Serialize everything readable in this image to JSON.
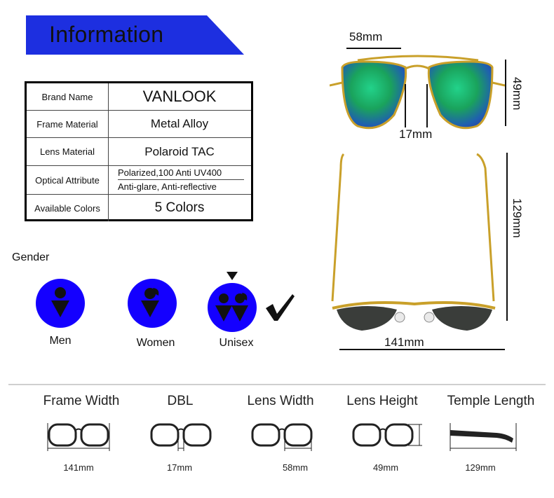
{
  "banner": {
    "title": "Information",
    "color": "#1d2fe0"
  },
  "spec_table": {
    "rows": [
      {
        "label": "Brand Name",
        "value": "VANLOOK"
      },
      {
        "label": "Frame Material",
        "value": "Metal Alloy"
      },
      {
        "label": "Lens Material",
        "value": "Polaroid TAC"
      },
      {
        "label": "Optical Attribute",
        "value_line1": "Polarized,100 Anti UV400",
        "value_line2": "Anti-glare, Anti-reflective"
      },
      {
        "label": "Available Colors",
        "value": "5  Colors"
      }
    ]
  },
  "gender": {
    "label": "Gender",
    "options": [
      {
        "label": "Men",
        "icon": "man-icon"
      },
      {
        "label": "Women",
        "icon": "woman-icon"
      },
      {
        "label": "Unisex",
        "icon": "unisex-icon",
        "selected": true
      }
    ],
    "accent": "#1400ff"
  },
  "dimensions": {
    "top_width": "58mm",
    "bridge": "17mm",
    "lens_height": "49mm",
    "temple": "129mm",
    "total_width": "141mm"
  },
  "measurements": [
    {
      "title": "Frame Width",
      "value": "141mm"
    },
    {
      "title": "DBL",
      "value": "17mm"
    },
    {
      "title": "Lens Width",
      "value": "58mm"
    },
    {
      "title": "Lens Height",
      "value": "49mm"
    },
    {
      "title": "Temple Length",
      "value": "129mm"
    }
  ]
}
